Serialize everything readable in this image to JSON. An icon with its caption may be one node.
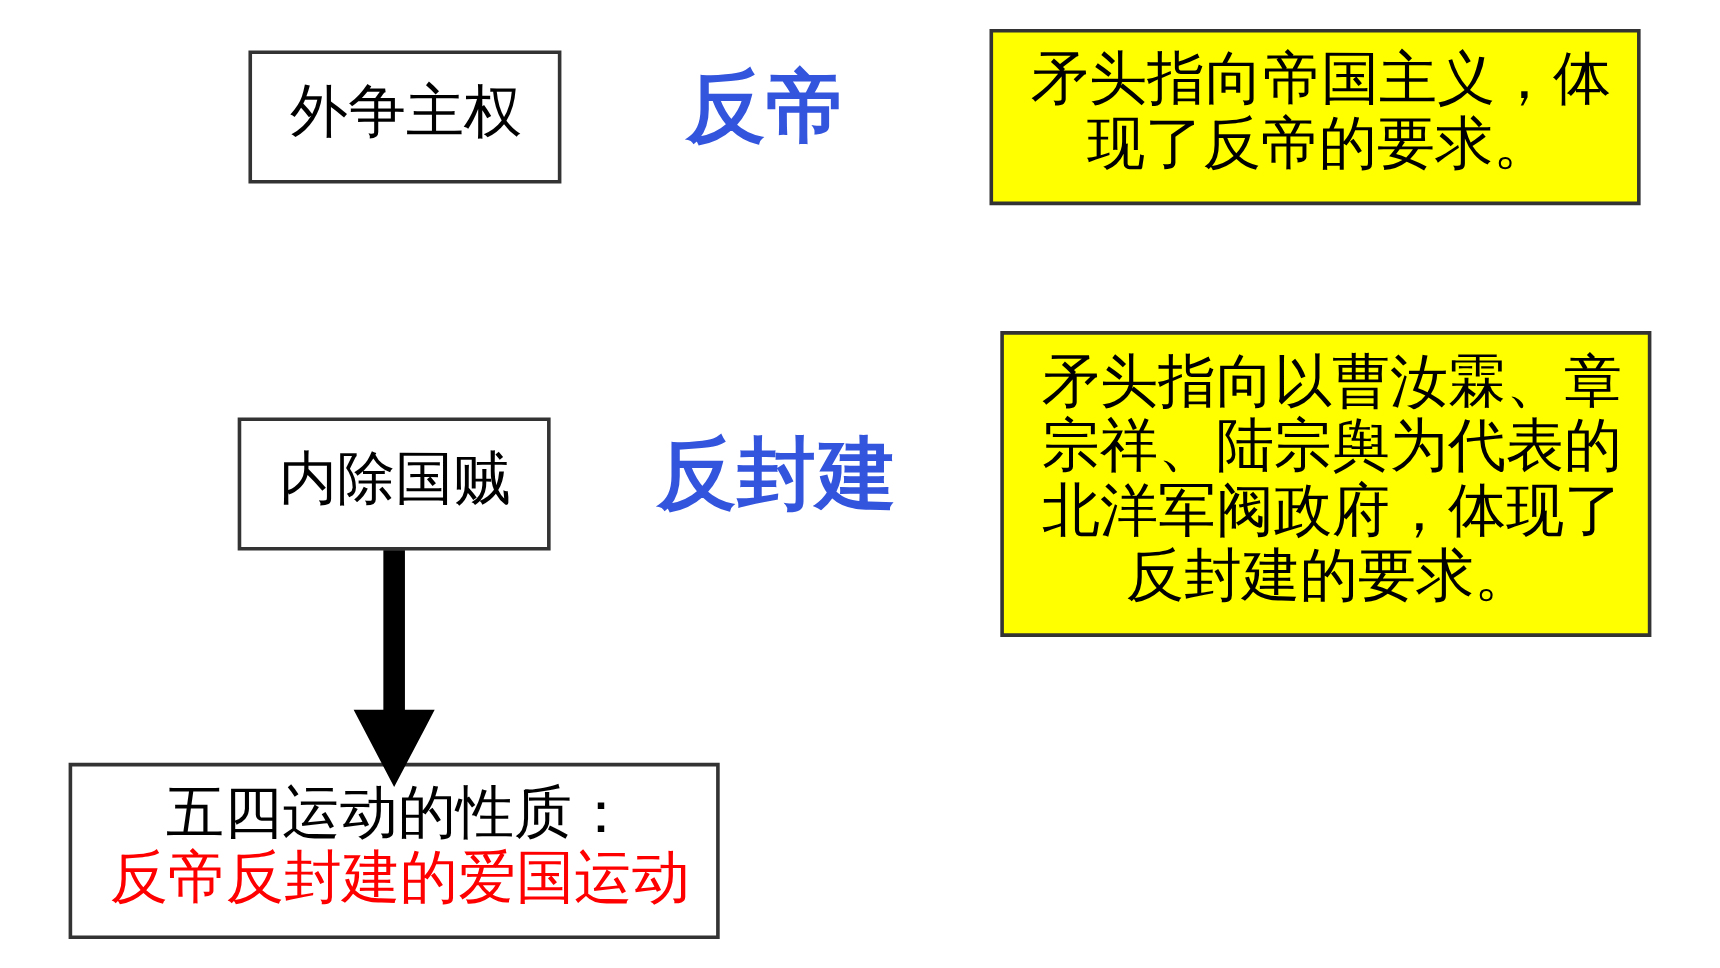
{
  "diagram": {
    "nodes": [
      {
        "text": [
          "外争主权"
        ],
        "beside": [
          "反帝"
        ]
      },
      {
        "text": [
          "矛头指向帝国主义，体现了反帝的要求。"
        ]
      },
      {
        "text": [
          "内除国贼"
        ],
        "beside": [
          "反封建"
        ]
      },
      {
        "text": [
          "矛头指向以曹汝霖、章宗祥、陆宗舆为代表的北洋军阀政府，体现了反封建的要求。"
        ]
      },
      {
        "text": [
          "五四运动的性质：",
          "反帝反封建的爱国运动"
        ]
      }
    ],
    "edges": [
      {
        "from": 2,
        "to": 4,
        "arrow": "to"
      }
    ]
  }
}
